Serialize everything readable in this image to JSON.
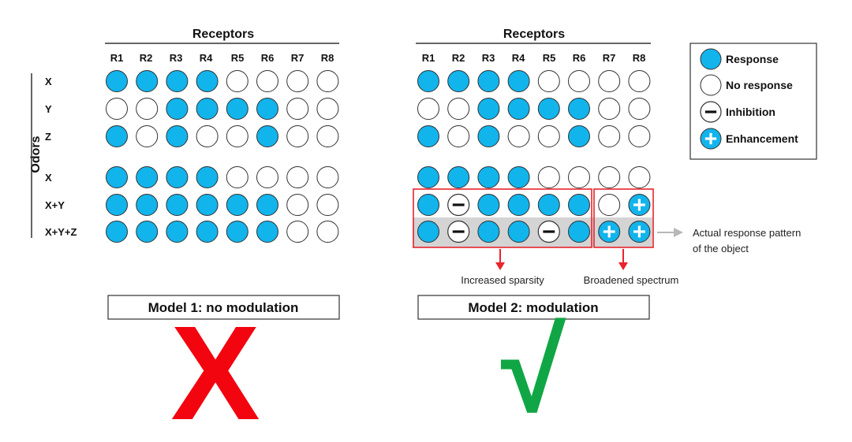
{
  "colors": {
    "response": "#12b4ec",
    "outline": "#333333",
    "frame": "#e8242c",
    "arrow": "#e8242c",
    "highlight": "#d4d4d4",
    "cross": "#f2050f",
    "check": "#10a645"
  },
  "odors_label": "Odors",
  "row_labels": [
    "X",
    "Y",
    "Z",
    "X",
    "X+Y",
    "X+Y+Z"
  ],
  "model1": {
    "receptors_title": "Receptors",
    "receptor_labels": [
      "R1",
      "R2",
      "R3",
      "R4",
      "R5",
      "R6",
      "R7",
      "R8"
    ],
    "grid": [
      [
        "R",
        "R",
        "R",
        "R",
        "N",
        "N",
        "N",
        "N"
      ],
      [
        "N",
        "N",
        "R",
        "R",
        "R",
        "R",
        "N",
        "N"
      ],
      [
        "R",
        "N",
        "R",
        "N",
        "N",
        "R",
        "N",
        "N"
      ],
      [
        "R",
        "R",
        "R",
        "R",
        "N",
        "N",
        "N",
        "N"
      ],
      [
        "R",
        "R",
        "R",
        "R",
        "R",
        "R",
        "N",
        "N"
      ],
      [
        "R",
        "R",
        "R",
        "R",
        "R",
        "R",
        "N",
        "N"
      ]
    ],
    "model_label": "Model 1: no modulation",
    "verdict_symbol": "X"
  },
  "model2": {
    "receptors_title": "Receptors",
    "receptor_labels": [
      "R1",
      "R2",
      "R3",
      "R4",
      "R5",
      "R6",
      "R7",
      "R8"
    ],
    "grid": [
      [
        "R",
        "R",
        "R",
        "R",
        "N",
        "N",
        "N",
        "N"
      ],
      [
        "N",
        "N",
        "R",
        "R",
        "R",
        "R",
        "N",
        "N"
      ],
      [
        "R",
        "N",
        "R",
        "N",
        "N",
        "R",
        "N",
        "N"
      ],
      [
        "R",
        "R",
        "R",
        "R",
        "N",
        "N",
        "N",
        "N"
      ],
      [
        "R",
        "I",
        "R",
        "R",
        "R",
        "R",
        "N",
        "E"
      ],
      [
        "R",
        "I",
        "R",
        "R",
        "I",
        "R",
        "E",
        "E"
      ]
    ],
    "model_label": "Model 2: modulation",
    "verdict_symbol": "√",
    "annotation_right": [
      "Actual response pattern",
      "of the object"
    ],
    "annotation_sparsity": "Increased sparsity",
    "annotation_broadened": "Broadened spectrum"
  },
  "legend": {
    "items": [
      {
        "type": "R",
        "label": "Response"
      },
      {
        "type": "N",
        "label": "No response"
      },
      {
        "type": "I",
        "label": "Inhibition"
      },
      {
        "type": "E",
        "label": "Enhancement"
      }
    ]
  }
}
